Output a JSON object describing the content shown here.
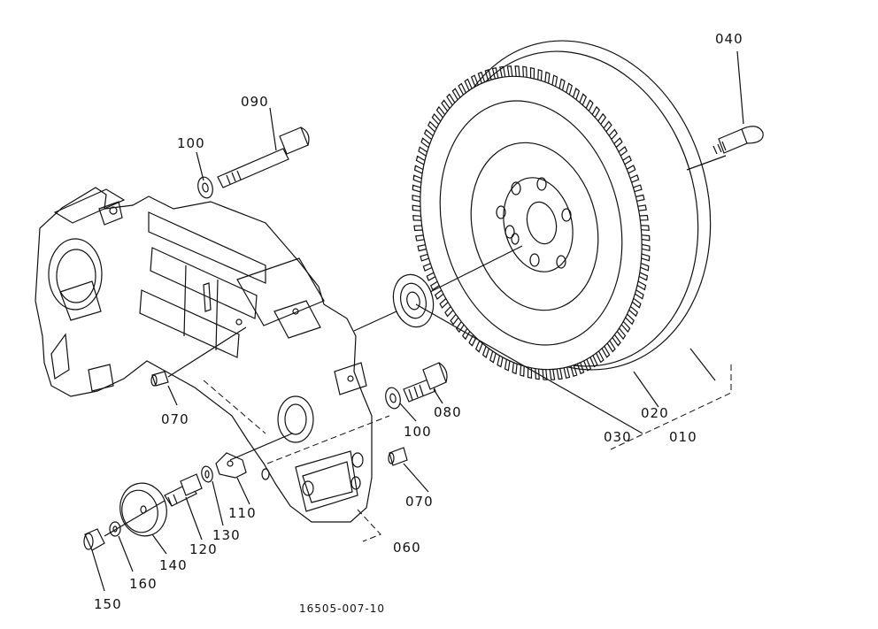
{
  "diagram": {
    "drawing_number": "16505-007-10",
    "callouts": [
      {
        "id": "c010",
        "text": "010"
      },
      {
        "id": "c020",
        "text": "020"
      },
      {
        "id": "c030",
        "text": "030"
      },
      {
        "id": "c040",
        "text": "040"
      },
      {
        "id": "c060",
        "text": "060"
      },
      {
        "id": "c070a",
        "text": "070"
      },
      {
        "id": "c070b",
        "text": "070"
      },
      {
        "id": "c080",
        "text": "080"
      },
      {
        "id": "c090",
        "text": "090"
      },
      {
        "id": "c100a",
        "text": "100"
      },
      {
        "id": "c100b",
        "text": "100"
      },
      {
        "id": "c110",
        "text": "110"
      },
      {
        "id": "c120",
        "text": "120"
      },
      {
        "id": "c130",
        "text": "130"
      },
      {
        "id": "c140",
        "text": "140"
      },
      {
        "id": "c150",
        "text": "150"
      },
      {
        "id": "c160",
        "text": "160"
      }
    ]
  }
}
